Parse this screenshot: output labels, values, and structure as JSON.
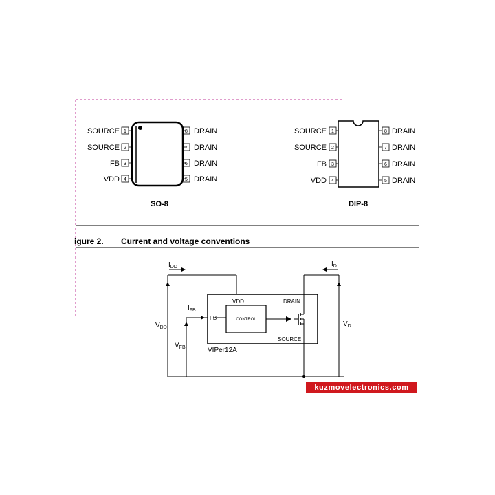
{
  "so8": {
    "left_pins": [
      {
        "label": "SOURCE",
        "num": "1"
      },
      {
        "label": "SOURCE",
        "num": "2"
      },
      {
        "label": "FB",
        "num": "3"
      },
      {
        "label": "VDD",
        "num": "4"
      }
    ],
    "right_pins": [
      {
        "label": "DRAIN",
        "num": "8"
      },
      {
        "label": "DRAIN",
        "num": "7"
      },
      {
        "label": "DRAIN",
        "num": "6"
      },
      {
        "label": "DRAIN",
        "num": "5"
      }
    ],
    "name": "SO-8"
  },
  "dip8": {
    "left_pins": [
      {
        "label": "SOURCE",
        "num": "1"
      },
      {
        "label": "SOURCE",
        "num": "2"
      },
      {
        "label": "FB",
        "num": "3"
      },
      {
        "label": "VDD",
        "num": "4"
      }
    ],
    "right_pins": [
      {
        "label": "DRAIN",
        "num": "8"
      },
      {
        "label": "DRAIN",
        "num": "7"
      },
      {
        "label": "DRAIN",
        "num": "6"
      },
      {
        "label": "DRAIN",
        "num": "5"
      }
    ],
    "name": "DIP-8"
  },
  "figure": {
    "number": "igure 2.",
    "title": "Current and voltage conventions"
  },
  "circuit": {
    "i_dd_main": "I",
    "i_dd_sub": "DD",
    "i_d_main": "I",
    "i_d_sub": "D",
    "i_fb_main": "I",
    "i_fb_sub": "FB",
    "v_dd_main": "V",
    "v_dd_sub": "DD",
    "v_fb_main": "V",
    "v_fb_sub": "FB",
    "v_d_main": "V",
    "v_d_sub": "D",
    "vdd_pin": "VDD",
    "drain_pin": "DRAIN",
    "fb_pin": "FB",
    "source_pin": "SOURCE",
    "control": "CONTROL",
    "device": "VIPer12A"
  },
  "watermark": "kuzmovelectronics.com",
  "colors": {
    "dashed_border": "#c0389a",
    "watermark_bg": "#d0181e"
  }
}
